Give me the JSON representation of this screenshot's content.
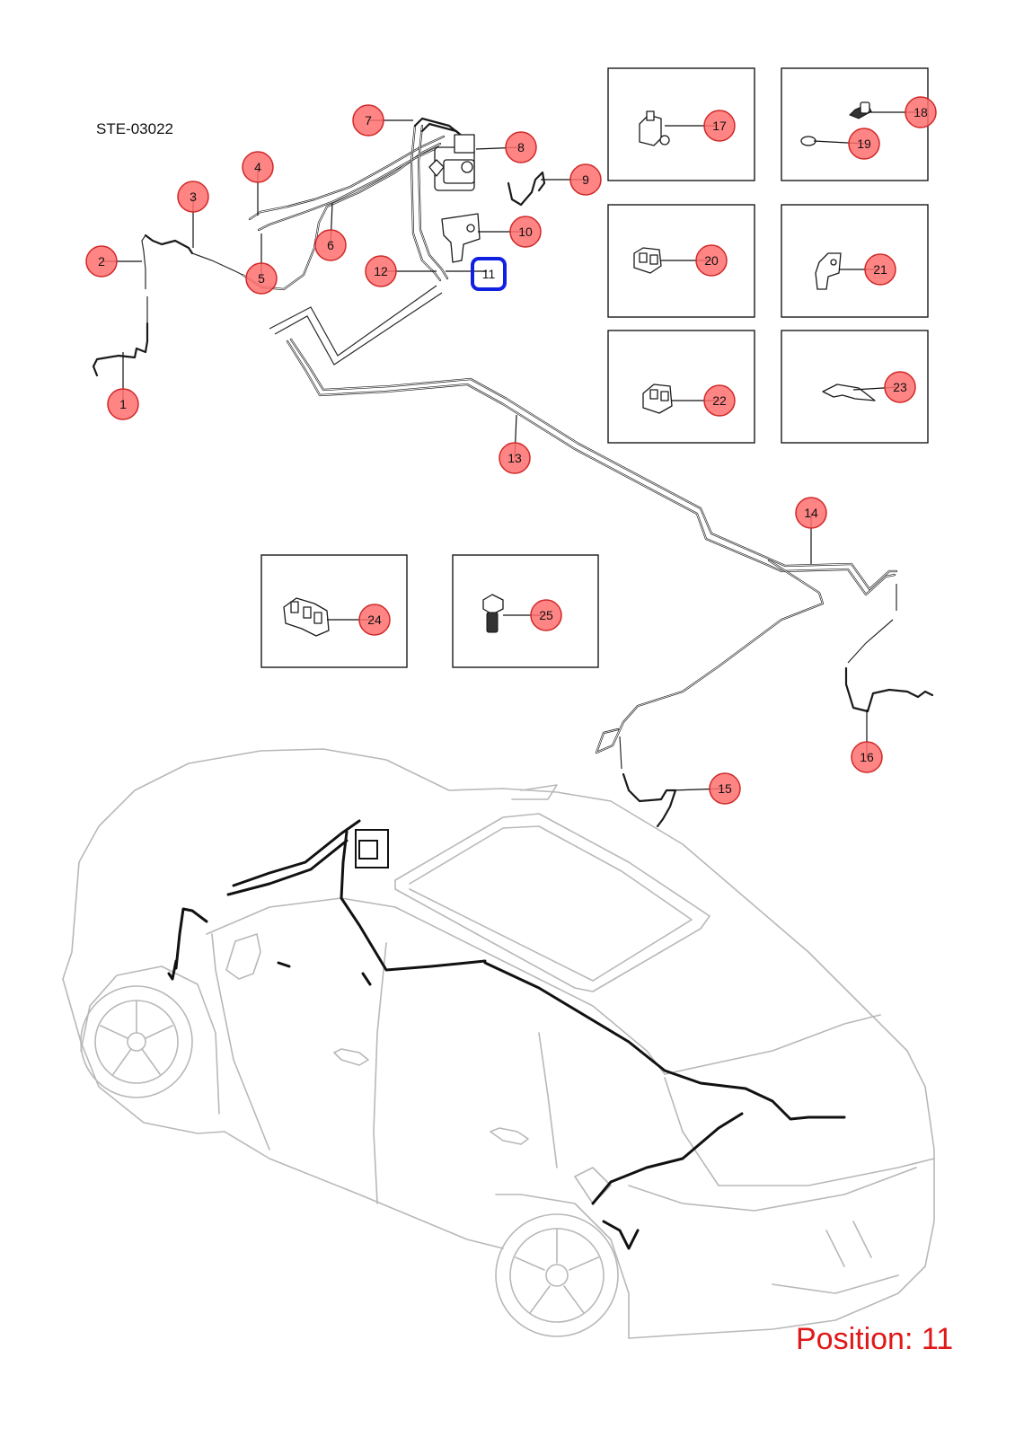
{
  "diagram": {
    "drawing_id": "STE-03022",
    "position_label": "Position: 11",
    "highlighted_callout": "11",
    "colors": {
      "callout_fill": "#ff7070",
      "callout_border": "#d02828",
      "highlight_border": "#1020e0",
      "position_text": "#e01818",
      "car_outline": "#b8b8b8",
      "line_art": "#1a1a1a"
    },
    "callouts": [
      {
        "id": "c1",
        "label": "1"
      },
      {
        "id": "c2",
        "label": "2"
      },
      {
        "id": "c3",
        "label": "3"
      },
      {
        "id": "c4",
        "label": "4"
      },
      {
        "id": "c5",
        "label": "5"
      },
      {
        "id": "c6",
        "label": "6"
      },
      {
        "id": "c7",
        "label": "7"
      },
      {
        "id": "c8",
        "label": "8"
      },
      {
        "id": "c9",
        "label": "9"
      },
      {
        "id": "c10",
        "label": "10"
      },
      {
        "id": "c11",
        "label": "11"
      },
      {
        "id": "c12",
        "label": "12"
      },
      {
        "id": "c13",
        "label": "13"
      },
      {
        "id": "c14",
        "label": "14"
      },
      {
        "id": "c15",
        "label": "15"
      },
      {
        "id": "c16",
        "label": "16"
      },
      {
        "id": "c17",
        "label": "17"
      },
      {
        "id": "c18",
        "label": "18"
      },
      {
        "id": "c19",
        "label": "19"
      },
      {
        "id": "c20",
        "label": "20"
      },
      {
        "id": "c21",
        "label": "21"
      },
      {
        "id": "c22",
        "label": "22"
      },
      {
        "id": "c23",
        "label": "23"
      },
      {
        "id": "c24",
        "label": "24"
      },
      {
        "id": "c25",
        "label": "25"
      }
    ]
  }
}
